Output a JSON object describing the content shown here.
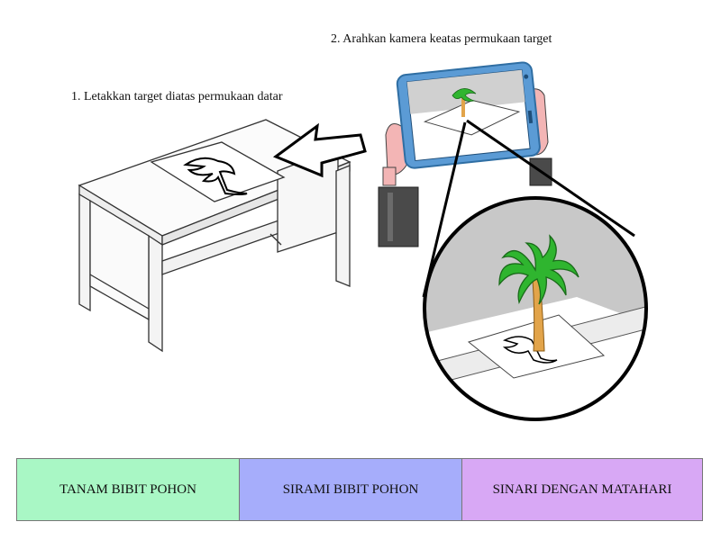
{
  "steps": {
    "step1": "1. Letakkan target diatas permukaan datar",
    "step2": "2. Arahkan kamera keatas permukaan target"
  },
  "puzzle": {
    "pieces": [
      {
        "label": "TANAM BIBIT POHON",
        "color": "#a9f7c5"
      },
      {
        "label": "SIRAMI BIBIT POHON",
        "color": "#a6adfb"
      },
      {
        "label": "SINARI DENGAN MATAHARI",
        "color": "#d8a8f5"
      }
    ]
  },
  "icons": [
    "desk-illustration",
    "arrow-left-icon",
    "phone-in-hands-illustration",
    "palm-tree-icon",
    "magnifier-circle"
  ],
  "colors": {
    "phone_frame": "#5b9bd5",
    "skin": "#f3b5b5",
    "tree_leaves": "#2fb52f",
    "tree_trunk": "#e2a44a",
    "sleeve": "#555555"
  }
}
